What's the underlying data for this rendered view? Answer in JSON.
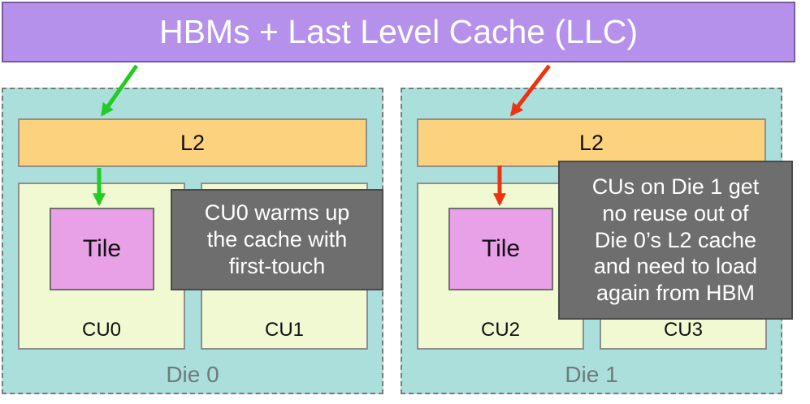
{
  "hbm": {
    "label": "HBMs + Last Level Cache (LLC)"
  },
  "dies": [
    {
      "label": "Die 0",
      "l2": "L2",
      "cus": [
        {
          "label": "CU0",
          "tile": "Tile"
        },
        {
          "label": "CU1"
        }
      ],
      "callout": "CU0 warms up\nthe cache with\nfirst-touch"
    },
    {
      "label": "Die 1",
      "l2": "L2",
      "cus": [
        {
          "label": "CU2",
          "tile": "Tile"
        },
        {
          "label": "CU3"
        }
      ],
      "callout": "CUs on Die 1 get\nno reuse out of\nDie 0’s L2 cache\nand need to load\nagain from HBM"
    }
  ],
  "colors": {
    "hbm": "#b691ec",
    "die": "#aadfdc",
    "l2": "#fdd27e",
    "cu": "#f0f9d1",
    "tile": "#e8a0e6",
    "callout": "#6e6e6e",
    "arrow_hit": "#22cc22",
    "arrow_miss": "#ee3311"
  }
}
